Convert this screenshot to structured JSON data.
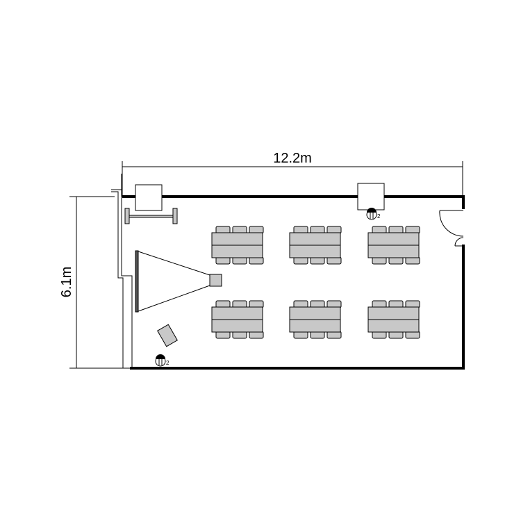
{
  "dimensions": {
    "width_label": "12.2m",
    "height_label": "6.1m"
  },
  "outlets": [
    {
      "label": "2"
    },
    {
      "label": "2"
    }
  ],
  "colors": {
    "wall": "#000000",
    "furniture_fill": "#c8c8c8",
    "screen": "#555555"
  },
  "layout": {
    "table_groups_per_row": 3,
    "table_rows": 2,
    "chairs_per_side": 3
  }
}
